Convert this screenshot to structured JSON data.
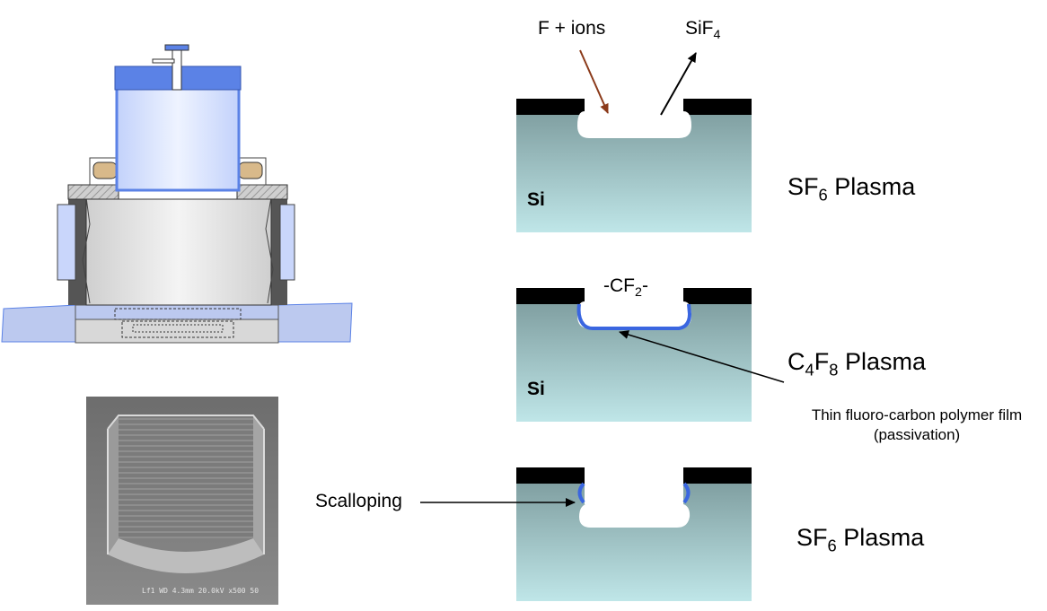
{
  "labels": {
    "f_ions": "F + ions",
    "sif4_main": "SiF",
    "sif4_sub": "4",
    "si": "Si",
    "step1": {
      "pre": "SF",
      "sub": "6",
      "post": " Plasma"
    },
    "cf2": {
      "pre": "-CF",
      "sub": "2",
      "post": "-"
    },
    "step2": {
      "pre": "C",
      "sub1": "4",
      "mid": "F",
      "sub2": "8",
      "post": " Plasma"
    },
    "film_line1": "Thin fluoro-carbon polymer film",
    "film_line2": "(passivation)",
    "scalloping": "Scalloping",
    "step3": {
      "pre": "SF",
      "sub": "6",
      "post": " Plasma"
    },
    "sem_caption": "Lf1  WD 4.3mm 20.0kV x500   50"
  },
  "colors": {
    "mask": "#000000",
    "passivation": "#3a66e0",
    "silicon_top": "#7f9ea0",
    "silicon_bottom": "#bfe6e8",
    "arrow_in": "#8b3a1a",
    "chamber_blue": "#5b82e6"
  }
}
